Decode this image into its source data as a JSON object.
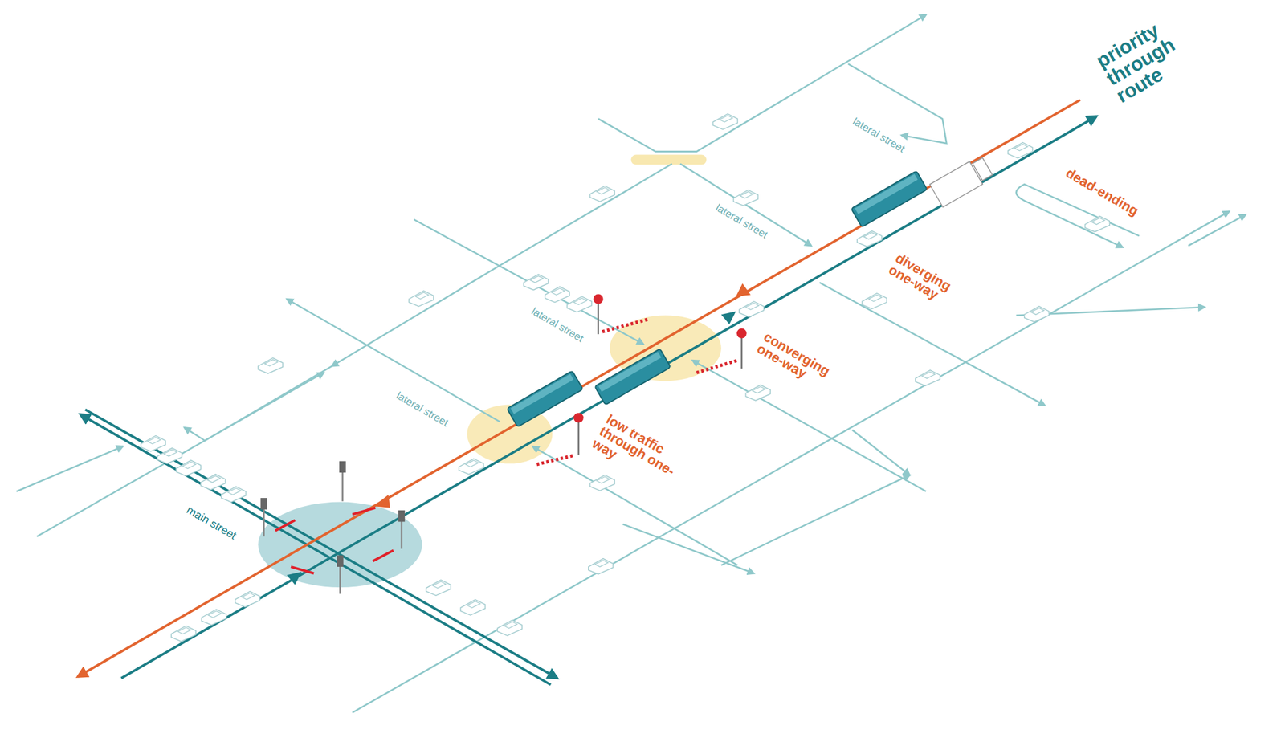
{
  "diagram": {
    "labels": [
      "priority through route",
      "dead-ending",
      "diverging one-way",
      "converging one-way",
      "low traffic through one-way",
      "lateral street",
      "lateral street",
      "lateral street",
      "lateral street",
      "main street"
    ]
  }
}
